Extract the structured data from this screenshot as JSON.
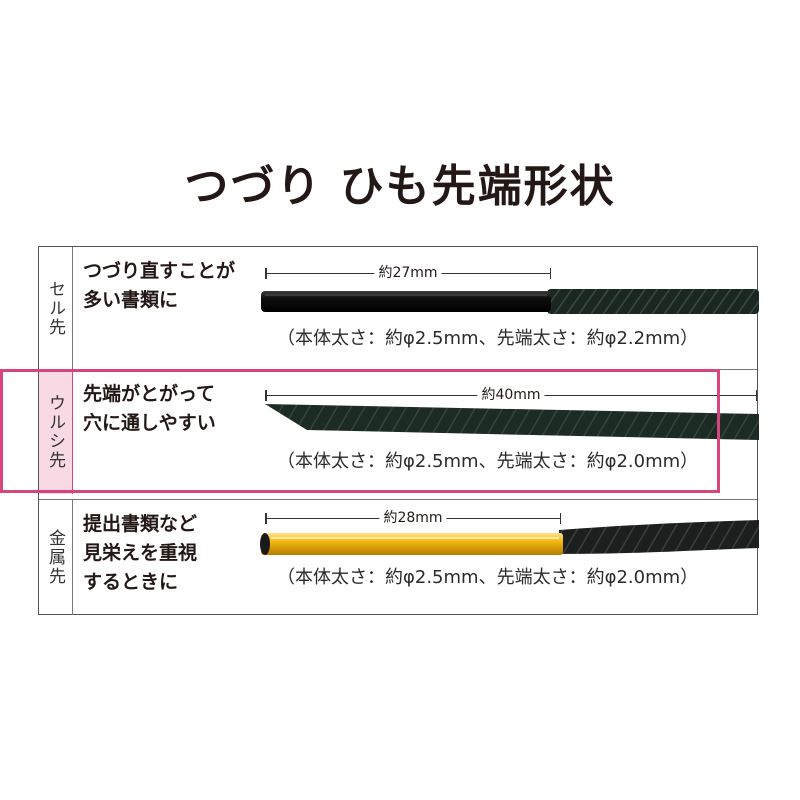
{
  "title": "つづり ひも先端形状",
  "colors": {
    "highlight": "#d6457e",
    "highlight_fill": "#f9d9e3",
    "cord": "#1c2a24",
    "tip_gold": "#f2b60e"
  },
  "rows": [
    {
      "tip_type": "セル先",
      "description": [
        "つづり直すことが",
        "多い書類に"
      ],
      "tip_length": "約27mm",
      "spec": "（本体太さ：約φ2.5mm、先端太さ：約φ2.2mm）"
    },
    {
      "tip_type": "ウルシ先",
      "description": [
        "先端がとがって",
        "穴に通しやすい"
      ],
      "tip_length": "約40mm",
      "spec": "（本体太さ：約φ2.5mm、先端太さ：約φ2.0mm）"
    },
    {
      "tip_type": "金属先",
      "description": [
        "提出書類など",
        "見栄えを重視",
        "するときに"
      ],
      "tip_length": "約28mm",
      "spec": "（本体太さ：約φ2.5mm、先端太さ：約φ2.0mm）"
    }
  ]
}
